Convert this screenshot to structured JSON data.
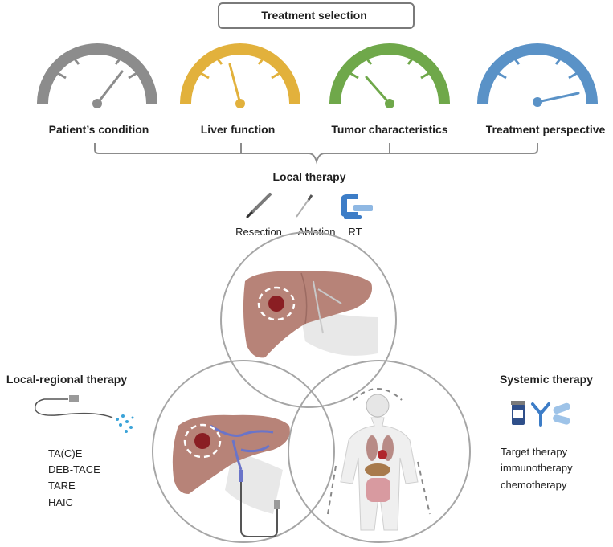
{
  "title": "Treatment selection",
  "colors": {
    "gray": "#8c8c8c",
    "yellow": "#e2b13c",
    "green": "#6fa84a",
    "blue": "#5a92c7",
    "circle": "#a6a6a6",
    "liver": "#b78378",
    "tumor": "#8a1e23"
  },
  "gauges": [
    {
      "label": "Patient’s condition",
      "level": 0.72,
      "color": "gray",
      "icon": "gauge-gray-icon"
    },
    {
      "label": "Liver function",
      "level": 0.42,
      "color": "yellow",
      "icon": "gauge-yellow-icon"
    },
    {
      "label": "Tumor characteristics",
      "level": 0.3,
      "color": "green",
      "icon": "gauge-green-icon"
    },
    {
      "label": "Treatment perspective",
      "level": 0.95,
      "color": "blue",
      "icon": "gauge-blue-icon"
    }
  ],
  "local": {
    "title": "Local therapy",
    "tools": [
      {
        "label": "Resection",
        "icon": "scalpel-icon"
      },
      {
        "label": "Ablation",
        "icon": "ablation-needle-icon"
      },
      {
        "label": "RT",
        "icon": "radiotherapy-machine-icon"
      }
    ]
  },
  "regional": {
    "title": "Local-regional therapy",
    "icon": "catheter-icon",
    "items": [
      "TA(C)E",
      "DEB-TACE",
      "TARE",
      "HAIC"
    ]
  },
  "systemic": {
    "title": "Systemic therapy",
    "icons": [
      "drug-bottle-icon",
      "antibody-icon",
      "capsule-icon"
    ],
    "items": [
      "Target therapy",
      "immunotherapy",
      "chemotherapy"
    ]
  }
}
